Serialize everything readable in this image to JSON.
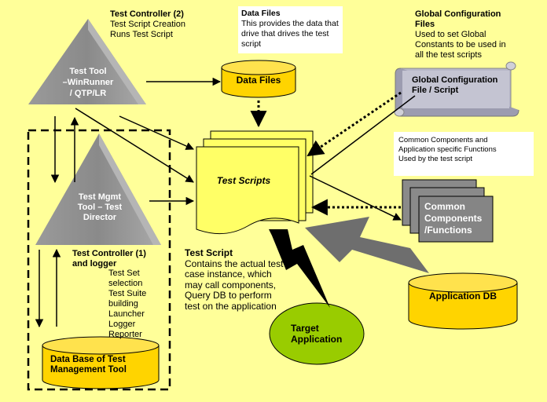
{
  "test_tool": {
    "label_1": "Test Tool",
    "label_2": "–WinRunner",
    "label_3": "/ QTP/LR"
  },
  "test_controller_2": {
    "title": "Test Controller (2)",
    "line_1": "Test Script Creation",
    "line_2": "Runs Test Script"
  },
  "data_files_note": {
    "title": "Data Files",
    "line_1": "This provides the data that",
    "line_2": "drive that drives the test",
    "line_3": "script"
  },
  "data_files_db": {
    "label": "Data Files"
  },
  "global_config_note": {
    "title_1": "Global Configuration",
    "title_2": "Files",
    "line_1": "Used to set Global",
    "line_2": "Constants to be used in",
    "line_3": "all the test scripts"
  },
  "global_config_scroll": {
    "label_1": "Global Configuration",
    "label_2": "File / Script"
  },
  "common_components_note": {
    "line_1": "Common Components and",
    "line_2": "Application specific Functions",
    "line_3": "Used by the test script"
  },
  "common_components_box": {
    "label_1": "Common",
    "label_2": "Components",
    "label_3": "/Functions"
  },
  "test_scripts": {
    "label": "Test Scripts"
  },
  "test_mgmt_tool": {
    "label_1": "Test Mgmt",
    "label_2": "Tool – Test",
    "label_3": "Director"
  },
  "test_controller_1": {
    "title_1": "Test Controller (1)",
    "title_2": "and logger",
    "items": [
      "Test Set",
      "selection",
      "Test Suite",
      "building",
      "Launcher",
      "Logger",
      "Reporter"
    ]
  },
  "test_script_note": {
    "title": "Test Script",
    "line_1": "Contains the actual test",
    "line_2": "case instance, which",
    "line_3": "may call components,",
    "line_4": "Query DB to perform",
    "line_5": "test on the application"
  },
  "application_db": {
    "label": "Application DB"
  },
  "target_application": {
    "label_1": "Target",
    "label_2": "Application"
  },
  "mgmt_db": {
    "label_1": "Data Base of Test",
    "label_2": "Management Tool"
  },
  "colors": {
    "background": "#ffff99",
    "triangle": "#8e8e8e",
    "cylinder": "#ffd400",
    "paper": "#ffff66",
    "component_box": "#858585",
    "target": "#99cc00"
  }
}
